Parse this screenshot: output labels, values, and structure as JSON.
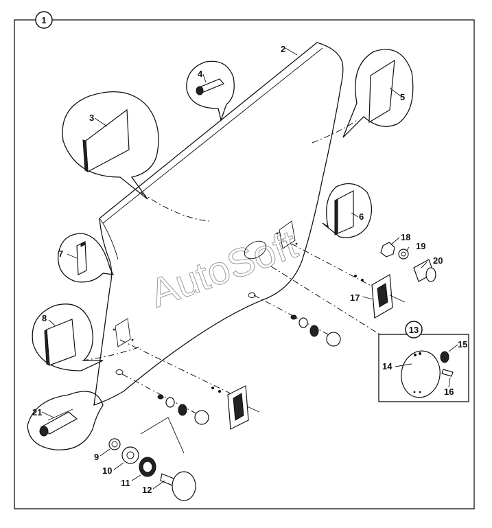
{
  "diagram": {
    "main_callout": "1",
    "watermark": "AutoSoft",
    "parts": [
      {
        "id": "p1",
        "label": "1"
      },
      {
        "id": "p2",
        "label": "2"
      },
      {
        "id": "p3",
        "label": "3"
      },
      {
        "id": "p4",
        "label": "4"
      },
      {
        "id": "p5",
        "label": "5"
      },
      {
        "id": "p6",
        "label": "6"
      },
      {
        "id": "p7",
        "label": "7"
      },
      {
        "id": "p8",
        "label": "8"
      },
      {
        "id": "p9",
        "label": "9"
      },
      {
        "id": "p10",
        "label": "10"
      },
      {
        "id": "p11",
        "label": "11"
      },
      {
        "id": "p12",
        "label": "12"
      },
      {
        "id": "p13",
        "label": "13"
      },
      {
        "id": "p14",
        "label": "14"
      },
      {
        "id": "p15",
        "label": "15"
      },
      {
        "id": "p16",
        "label": "16"
      },
      {
        "id": "p17",
        "label": "17"
      },
      {
        "id": "p18",
        "label": "18"
      },
      {
        "id": "p19",
        "label": "19"
      },
      {
        "id": "p20",
        "label": "20"
      },
      {
        "id": "p21",
        "label": "21"
      }
    ]
  }
}
